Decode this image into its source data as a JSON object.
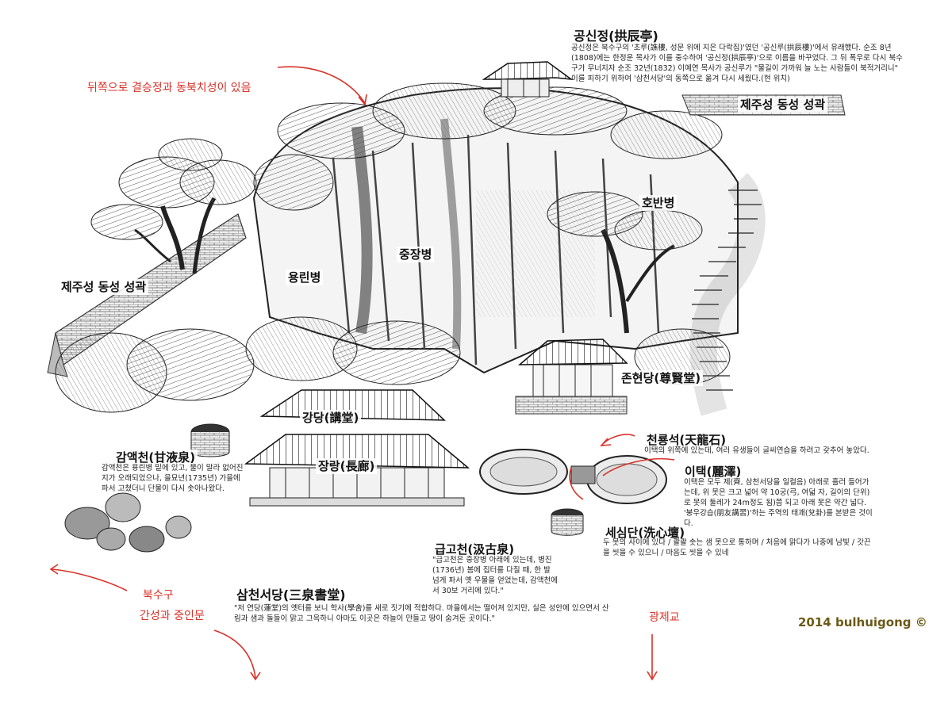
{
  "labels": {
    "gongsinjeong_title": "공신정(拱辰亭)",
    "jeju_east_wall_right": "제주성 동성 성곽",
    "jeju_east_wall_left": "제주성 동성 성곽",
    "hobanbyeong": "호반병",
    "yongrinbyeong": "용린병",
    "jungjangbyeong": "중장병",
    "jonhyeondang": "존현당(尊賢堂)",
    "gangdang": "강당(講堂)",
    "jangrang": "장랑(長廊)",
    "gamaekcheon": "감액천(甘液泉)",
    "cheonryongseok": "천룡석(天龍石)",
    "itaek": "이택(麗澤)",
    "sesimdan": "세심단(洗心壇)",
    "geupgocheon": "급고천(汲古泉)",
    "samcheonseodang": "삼천서당(三泉書堂)"
  },
  "descriptions": {
    "gongsinjeong": "공신정은 북수구의 '초루(譙樓, 성문 위에 지은 다락집)'였던 '공신루(拱辰樓)'에서 유래했다. 순조 8년(1808)에는 한정운 목사가 이를 중수하여 '공신정(拱辰亭)'으로 이름을 바꾸었다. 그 뒤 폭우로 다시 북수구가 무너지자 순조 32년(1832) 이예연 목사가 공신루가 \"물길이 가까워 늘 노는 사람들이 북적거리니\" 이를 피하기 위하여 '삼천서당'의 동쪽으로 옮겨 다시 세웠다.(현 위치)",
    "gamaekcheon": "감액천은 용린병 밑에 있고, 물이 말라 없어진 지가 오래되었으나, 을묘년(1735년) 가을에 파서 고쳤더니 단물이 다시 솟아나왔다.",
    "cheonryongseok": "이택의 위쪽에 있는데, 여러 유생들이 글씨연습을 하려고 갖추어 놓았다.",
    "itaek": "이택은 모두 제(齊, 삼천서당을 일컬음) 아래로 흘러 들어가는데, 위 못은 크고 넓어 약 10궁(弓, 여덟 자, 길이의 단위)로 못의 둘레가 24m정도 됨)쯤 되고 아래 못은 약간 넓다. '붕우강습(朋友講習)'하는 주역의 태괘(兌卦)를 본받은 것이다.",
    "sesimdan": "두 못의 사이에 있다 / 콸콸 솟는 샘 못으로 통하며 / 처음에 맑다가 나중에 남빛 / 갓끈을 씻을 수 있으니 / 마음도 씻을 수 있네",
    "geupgocheon": "\"급고천은 중장병 아래에 있는데, 병진(1736년) 봄에 집터를 다질 때, 한 발 넘게 파서 옛 우물을 얻었는데, 감액천에서 30보 거리에 있다.\"",
    "samcheonseodang": "\"저 연당(蓮堂)의 옛터를 보니 학사(學舍)를 새로 짓기에 적합하다. 마을에서는 떨어져 있지만, 실은 성안에 있으면서 산림과 샘과 돌들이 맑고 그윽하니 아마도 이곳은 하늘이 만들고 땅이 숨겨둔 곳이다.\""
  },
  "annotations": {
    "behind_note": "뒤쪽으로 결승정과 동북치성이 있음",
    "buksugu": "북수구",
    "gansung": "간성과 중인문",
    "gwangjegyo": "광제교"
  },
  "credit": "2014 bulhuigong ©",
  "colors": {
    "ink": "#111111",
    "annotation_red": "#d8322a",
    "credit_olive": "#6b5a16",
    "rock_gray": "#8a8a8a"
  }
}
